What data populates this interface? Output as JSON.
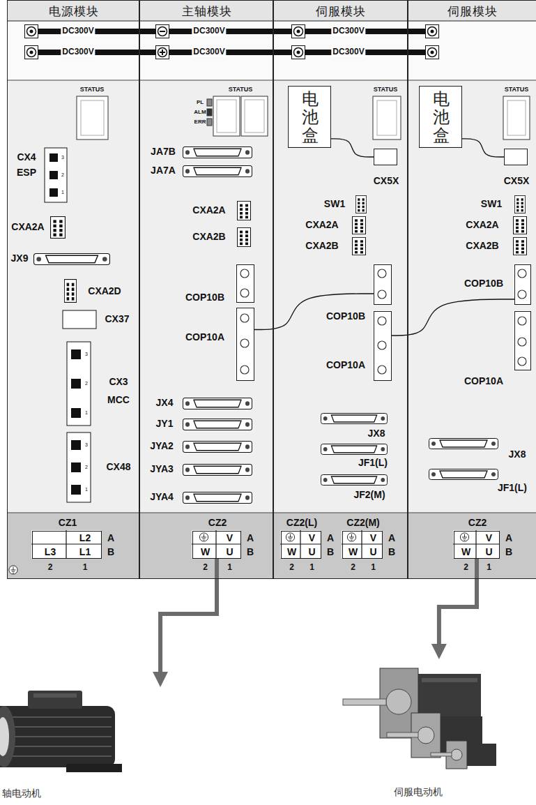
{
  "diagram": {
    "nodes": [
      {
        "text": [
          "电源模块"
        ]
      },
      {
        "text": [
          "CZ1",
          "L2",
          "A",
          "L3",
          "L1",
          "B",
          "2",
          "1"
        ],
        "in": 0
      },
      {
        "text": [
          "主轴模块"
        ]
      },
      {
        "text": [
          "COP10B"
        ],
        "in": 2
      },
      {
        "text": [
          "COP10A"
        ],
        "in": 2
      },
      {
        "text": [
          "CZ2",
          "V",
          "A",
          "W",
          "U",
          "B",
          "2",
          "1"
        ],
        "in": 2
      },
      {
        "text": [
          "伺服模块"
        ]
      },
      {
        "text": [
          "电池盒"
        ],
        "in": 6
      },
      {
        "text": [
          "CX5X"
        ],
        "in": 6
      },
      {
        "text": [
          "COP10B"
        ],
        "in": 6
      },
      {
        "text": [
          "COP10A"
        ],
        "in": 6
      },
      {
        "text": [
          "CZ2(L)",
          "V",
          "A",
          "W",
          "U",
          "B",
          "2",
          "1"
        ],
        "in": 6
      },
      {
        "text": [
          "CZ2(M)",
          "V",
          "A",
          "W",
          "U",
          "B",
          "2",
          "1"
        ],
        "in": 6
      },
      {
        "text": [
          "伺服模块"
        ]
      },
      {
        "text": [
          "电池盒"
        ],
        "in": 13
      },
      {
        "text": [
          "CX5X"
        ],
        "in": 13
      },
      {
        "text": [
          "COP10B"
        ],
        "in": 13
      },
      {
        "text": [
          "COP10A"
        ],
        "in": 13
      },
      {
        "text": [
          "CZ2",
          "V",
          "A",
          "W",
          "U",
          "B",
          "2",
          "1"
        ],
        "in": 13
      },
      {
        "text": [
          "轴电动机"
        ]
      },
      {
        "text": [
          "伺服电动机"
        ]
      }
    ],
    "edges": [
      {
        "from": 4,
        "to": 9,
        "arrow": "none"
      },
      {
        "from": 10,
        "to": 16,
        "arrow": "none"
      },
      {
        "from": 7,
        "to": 8,
        "arrow": "none"
      },
      {
        "from": 14,
        "to": 15,
        "arrow": "none"
      },
      {
        "from": 5,
        "to": 19,
        "arrow": "to"
      },
      {
        "from": 18,
        "to": 20,
        "arrow": "to"
      }
    ],
    "labels": [
      "DC300V",
      "DC300V",
      "DC300V",
      "DC300V",
      "DC300V",
      "DC300V",
      "STATUS",
      "CX4",
      "ESP",
      "3",
      "2",
      "1",
      "CXA2A",
      "JX9",
      "CXA2D",
      "CX37",
      "3",
      "2",
      "1",
      "CX3",
      "MCC",
      "3",
      "2",
      "1",
      "CX48",
      "STATUS",
      "PL",
      "ALM",
      "ERR",
      "JA7B",
      "JA7A",
      "CXA2A",
      "CXA2B",
      "JX4",
      "JY1",
      "JYA2",
      "JYA3",
      "JYA4",
      "STATUS",
      "SW1",
      "CXA2A",
      "CXA2B",
      "JX8",
      "JF1(L)",
      "JF2(M)",
      "STATUS",
      "SW1",
      "CXA2A",
      "CXA2B",
      "JX8",
      "JF1(L)"
    ]
  }
}
